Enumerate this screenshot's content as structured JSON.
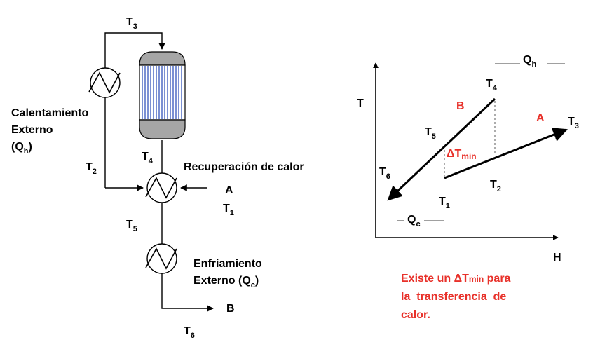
{
  "colors": {
    "ink": "#000000",
    "accent": "#e8312a",
    "dashed": "#808080",
    "tube": "#5a74c8",
    "vessel": "#a6a6a6"
  },
  "flow": {
    "T3": {
      "base": "T",
      "sub": "3"
    },
    "T4": {
      "base": "T",
      "sub": "4"
    },
    "T2": {
      "base": "T",
      "sub": "2"
    },
    "T5": {
      "base": "T",
      "sub": "5"
    },
    "T6": {
      "base": "T",
      "sub": "6"
    },
    "T1": {
      "base": "T",
      "sub": "1"
    },
    "stream_A": "A",
    "stream_B": "B",
    "heating_l1": "Calentamiento",
    "heating_l2": "Externo",
    "heating_qh_open": "(Q",
    "heating_qh_sub": "h",
    "heating_qh_close": ")",
    "recovery": "Recuperación de calor",
    "cooling_l1": "Enfriamiento",
    "cooling_l2_pre": "Externo (Q",
    "cooling_l2_sub": "c",
    "cooling_l2_close": ")",
    "icons": [
      "heater-icon",
      "reactor-icon",
      "heat-exchanger-icon",
      "cooler-icon"
    ]
  },
  "th_diagram": {
    "axis_y": "T",
    "axis_x": "H",
    "line_B": "B",
    "line_A": "A",
    "T4": {
      "base": "T",
      "sub": "4"
    },
    "T3": {
      "base": "T",
      "sub": "3"
    },
    "T5": {
      "base": "T",
      "sub": "5"
    },
    "T6": {
      "base": "T",
      "sub": "6"
    },
    "T2": {
      "base": "T",
      "sub": "2"
    },
    "T1": {
      "base": "T",
      "sub": "1"
    },
    "dtmin_base": "ΔT",
    "dtmin_sub": "min",
    "qh_base": "Q",
    "qh_sub": "h",
    "qc_base": "Q",
    "qc_sub": "c"
  },
  "note": {
    "l1_pre": "Existe un ",
    "l1_dt": "ΔT",
    "l1_min": "min",
    "l1_post": " para",
    "l2": "la  transferencia  de",
    "l3": "calor."
  }
}
